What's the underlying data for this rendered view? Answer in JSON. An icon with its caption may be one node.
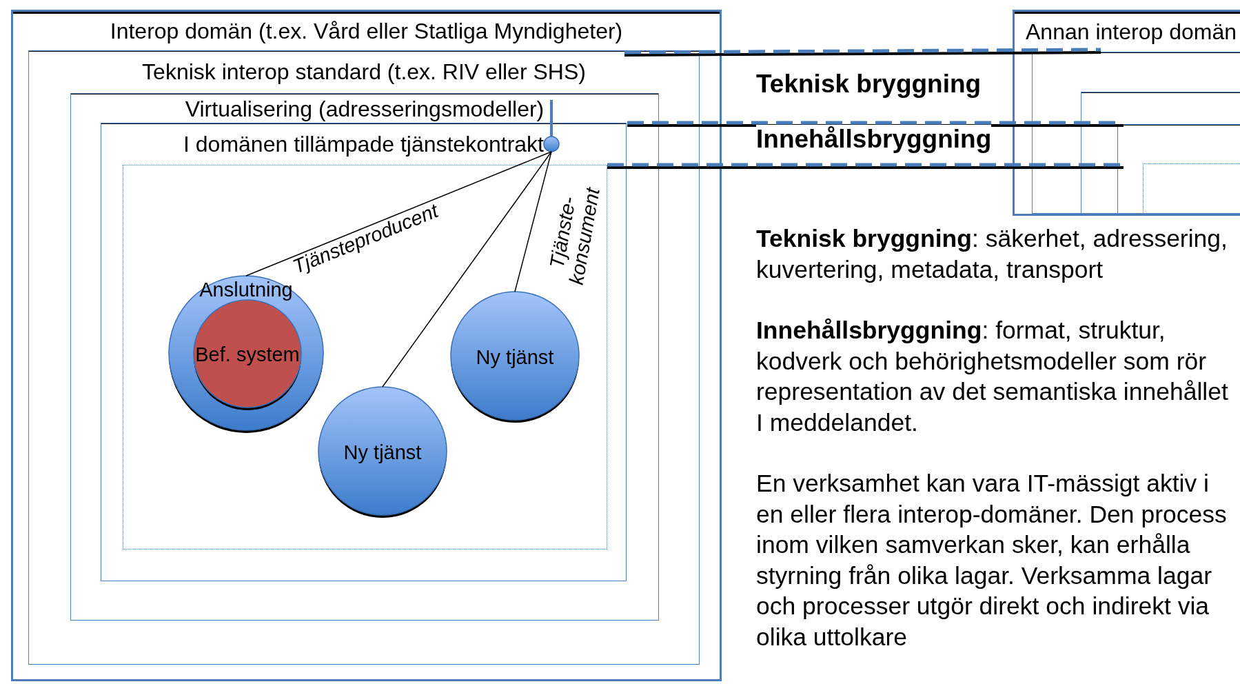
{
  "diagram": {
    "nodes": [
      {
        "text": [
          "Interop domän (t.ex. Vård eller Statliga Myndigheter)"
        ]
      },
      {
        "text": [
          "Teknisk interop standard (t.ex. RIV eller SHS)"
        ],
        "in": 0
      },
      {
        "text": [
          "Virtualisering (adresseringsmodeller)"
        ],
        "in": 1
      },
      {
        "text": [
          "I domänen tillämpade tjänstekontrakt"
        ],
        "in": 2
      },
      {
        "text": [],
        "shape": "box",
        "in": 3
      },
      {
        "text": [],
        "shape": "circle",
        "in": 3
      },
      {
        "text": [
          "Anslutning"
        ],
        "in": 4
      },
      {
        "text": [
          "Bef. system"
        ],
        "in": 6
      },
      {
        "text": [
          "Ny tjänst"
        ],
        "in": 4
      },
      {
        "text": [
          "Ny tjänst"
        ],
        "in": 4
      },
      {
        "text": [
          "Annan interop domän"
        ]
      },
      {
        "text": [],
        "shape": "box",
        "in": 10
      },
      {
        "text": [],
        "shape": "box",
        "in": 11
      },
      {
        "text": [],
        "shape": "box",
        "in": 12
      },
      {
        "text": [],
        "shape": "box",
        "in": 13
      }
    ],
    "edges": [
      {
        "from": 5,
        "to": 6,
        "arrow": "none",
        "label": "Tjänsteproducent"
      },
      {
        "from": 5,
        "to": 8,
        "arrow": "none"
      },
      {
        "from": 5,
        "to": 9,
        "arrow": "none",
        "label": "Tjänste- konsument"
      }
    ],
    "labels": [
      "Teknisk bryggning",
      "Innehållsbryggning",
      "**Teknisk bryggning**: säkerhet, adressering, kuvertering, metadata, transport",
      "**Innehållsbryggning**: format, struktur, kodverk och behörighetsmodeller som rör representation av det semantiska innehållet I meddelandet.",
      "En verksamhet kan vara IT-mässigt aktiv i en eller flera interop-domäner. Den process inom vilken samverkan sker, kan erhålla styrning från olika lagar. Verksamma lagar och processer utgör direkt och indirekt via olika uttolkare"
    ]
  }
}
